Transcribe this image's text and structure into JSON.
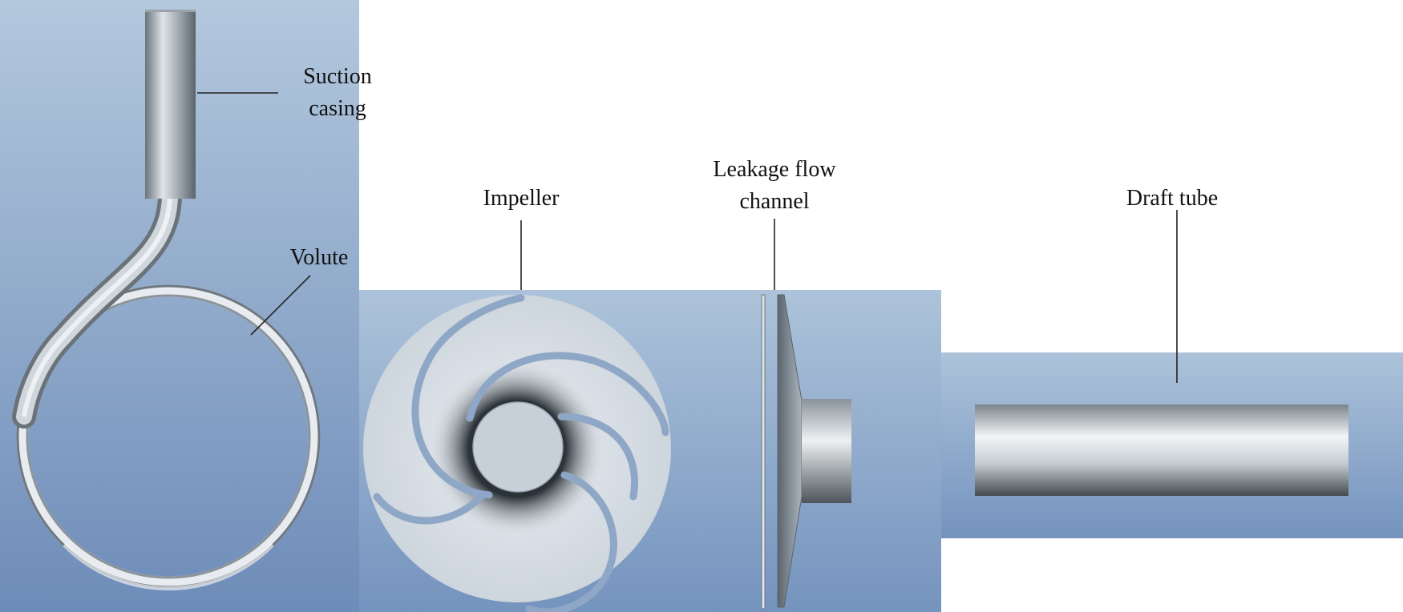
{
  "labels": {
    "suction_1": "Suction",
    "suction_2": "casing",
    "volute": "Volute",
    "impeller": "Impeller",
    "leakage_1": "Leakage flow",
    "leakage_2": "channel",
    "draft": "Draft tube"
  },
  "colors": {
    "panel_top": "#b3c8dd",
    "panel_bottom": "#6e8cb9",
    "metal_light": "#f3f5f8",
    "metal_dark": "#4a5258",
    "line": "#222222"
  }
}
